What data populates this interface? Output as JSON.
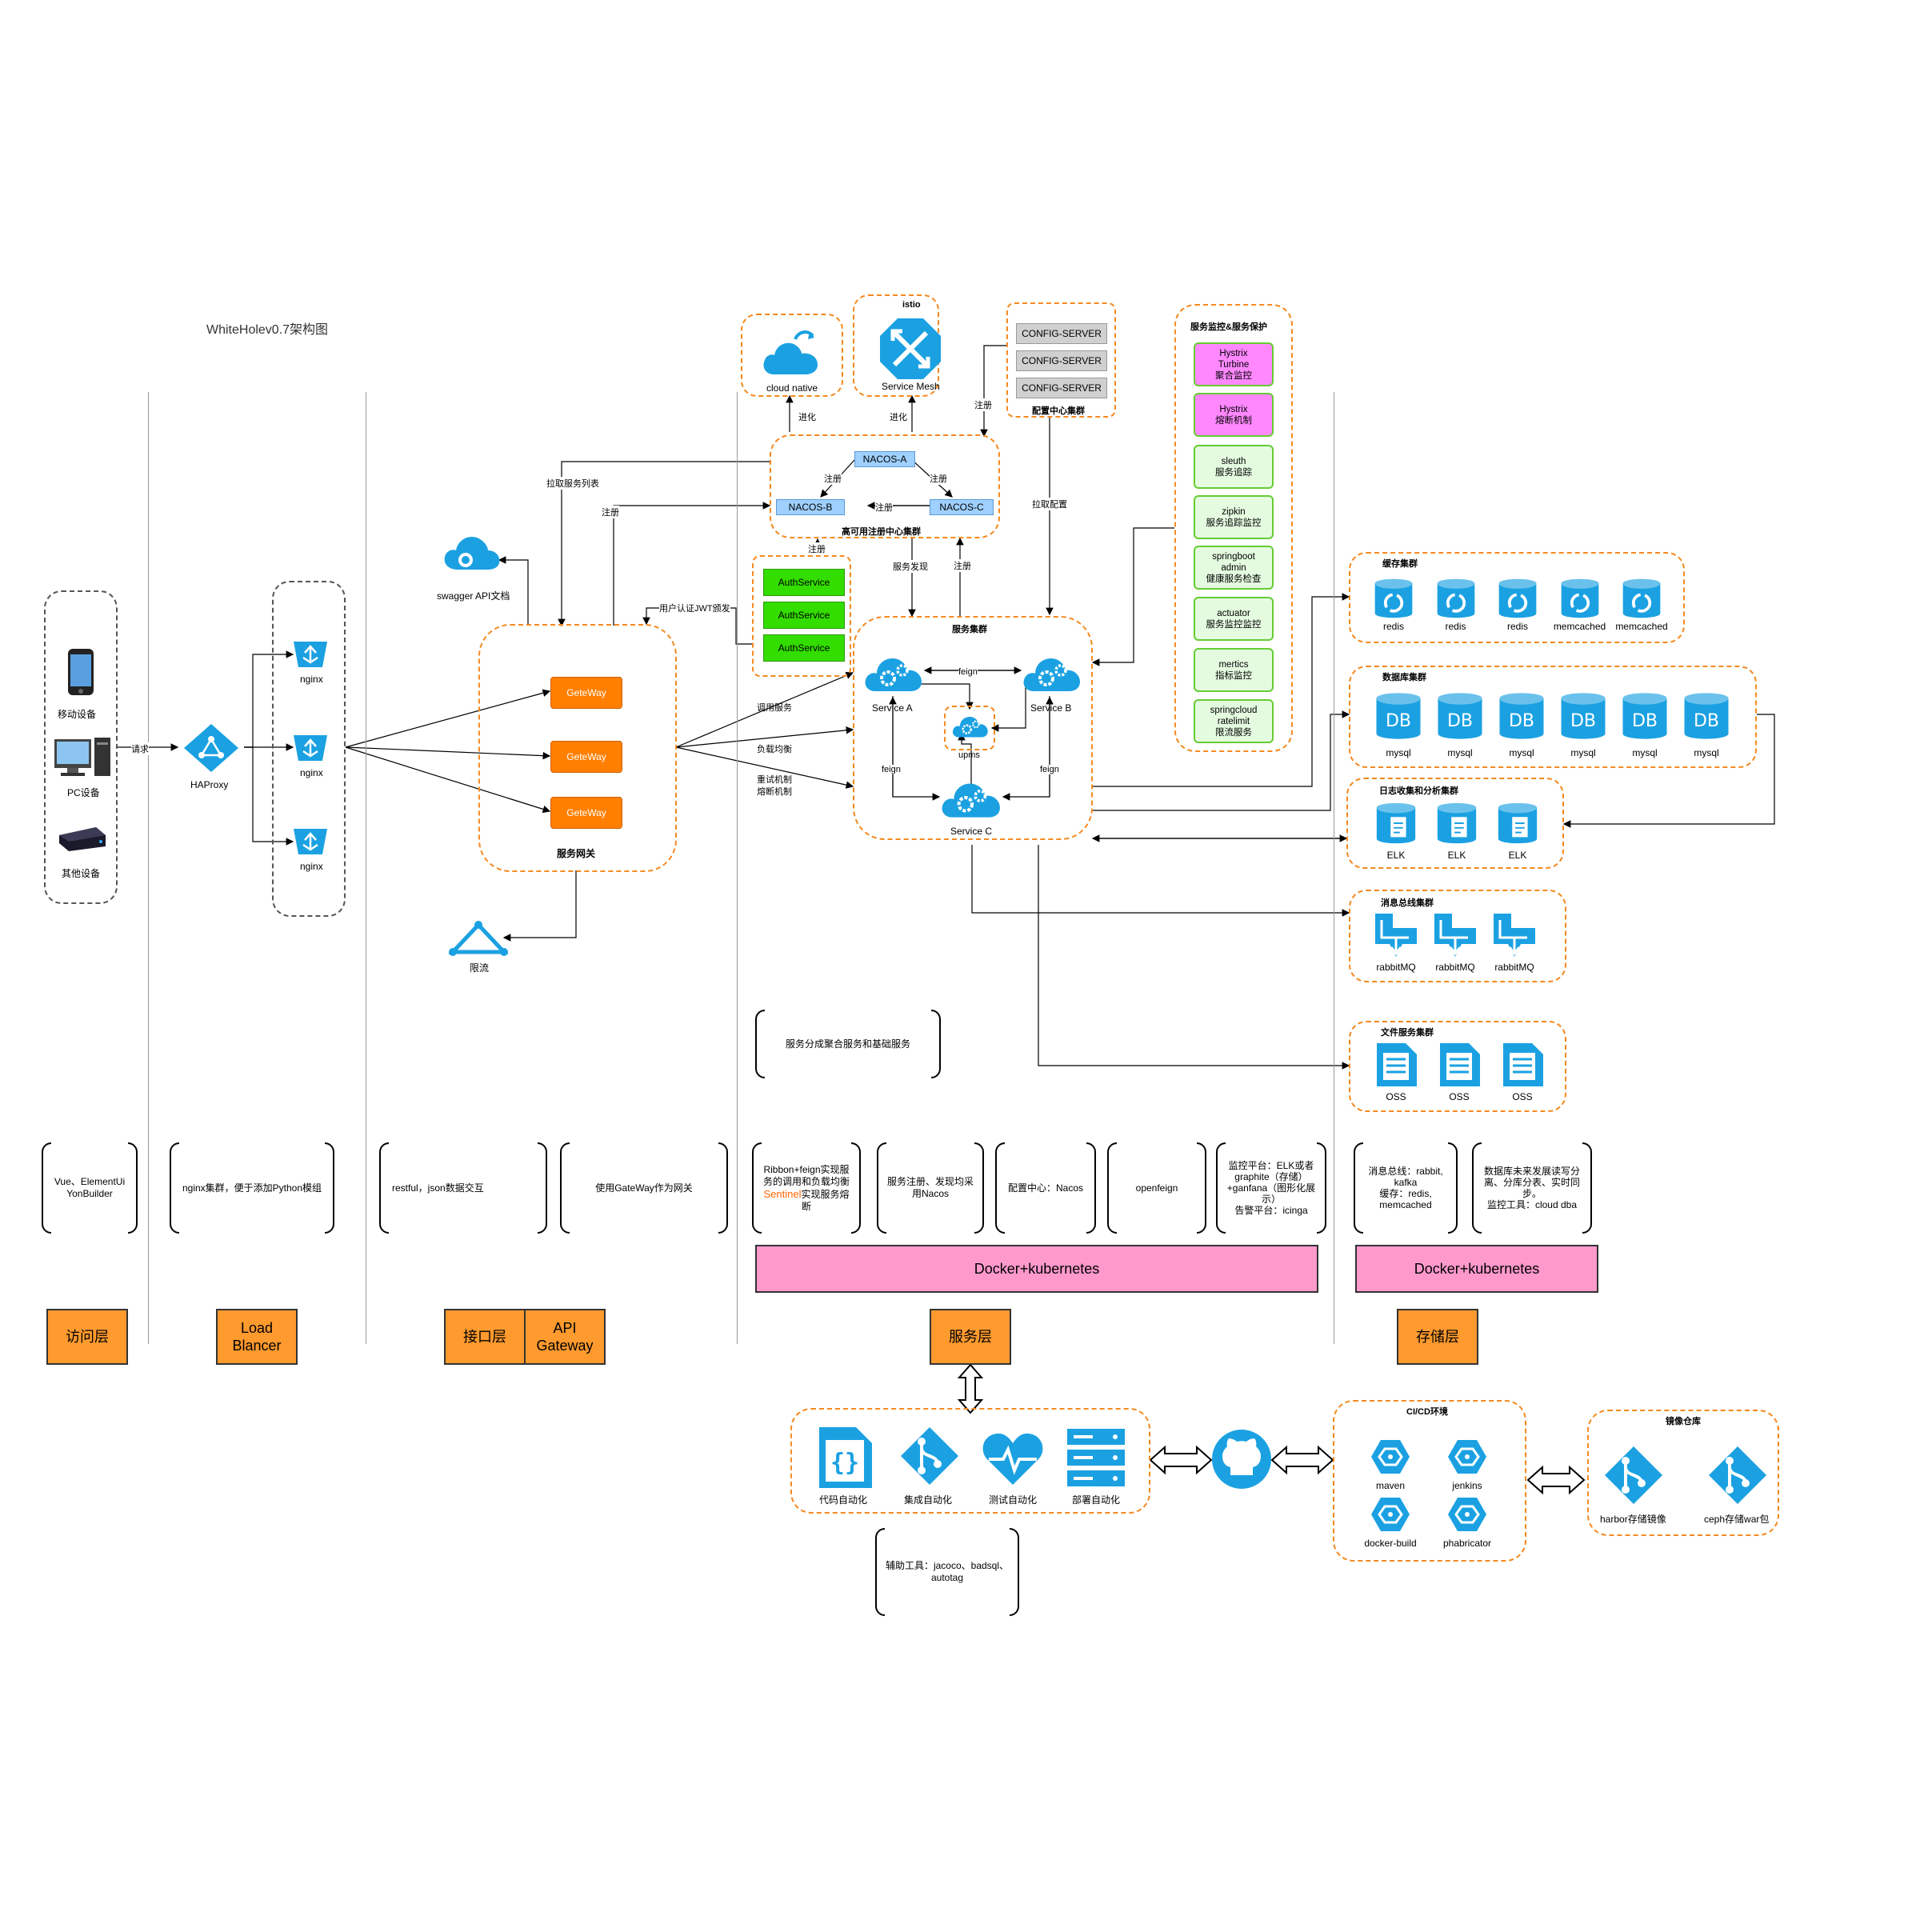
{
  "title": "WhiteHolev0.7架构图",
  "colors": {
    "accent": "#1ba1e2",
    "orange": "#ff7f00",
    "green": "#33dd00",
    "pink": "#ff99cc"
  },
  "access": {
    "devices": [
      "移动设备",
      "PC设备",
      "其他设备"
    ],
    "request_label": "请求",
    "haproxy": "HAProxy",
    "nginx": [
      "nginx",
      "nginx",
      "nginx"
    ]
  },
  "gateway": {
    "swagger": "swagger API文档",
    "nodes": [
      "GeteWay",
      "GeteWay",
      "GeteWay"
    ],
    "cluster": "服务网关",
    "limit": "限流",
    "edges": {
      "pull_list": "拉取服务列表",
      "register": "注册",
      "auth_jwt": "用户认证JWT颁发",
      "call": "调用服务",
      "lb": "负载均衡",
      "retry": "重试机制",
      "fuse": "熔断机制"
    }
  },
  "evolve": {
    "cloud_native": "cloud native",
    "istio": "istio",
    "service_mesh": "Service Mesh",
    "evolve1": "进化",
    "evolve2": "进化"
  },
  "config": {
    "servers": [
      "CONFIG-SERVER",
      "CONFIG-SERVER",
      "CONFIG-SERVER"
    ],
    "cluster": "配置中心集群",
    "register": "注册",
    "pull": "拉取配置"
  },
  "registry": {
    "nacos_a": "NACOS-A",
    "nacos_b": "NACOS-B",
    "nacos_c": "NACOS-C",
    "reg1": "注册",
    "reg2": "注册",
    "reg3": "注册",
    "cluster": "高可用注册中心集群",
    "discover": "服务发现",
    "reg_up": "注册",
    "auth_reg": "注册"
  },
  "auth": [
    "AuthService",
    "AuthService",
    "AuthService"
  ],
  "services": {
    "cluster": "服务集群",
    "a": "Service A",
    "b": "Service B",
    "c": "Service C",
    "upms": "upms",
    "feign_ab": "feign",
    "feign_ac": "feign",
    "feign_bc": "feign",
    "note": "服务分成聚合服务和基础服务"
  },
  "monitor": {
    "title": "服务监控&服务保护",
    "items": [
      {
        "text": "Hystrix\nTurbine\n聚合监控",
        "pink": true
      },
      {
        "text": "Hystrix\n熔断机制",
        "pink": true
      },
      {
        "text": "sleuth\n服务追踪"
      },
      {
        "text": "zipkin\n服务追踪监控"
      },
      {
        "text": "springboot\nadmin\n健康服务检查"
      },
      {
        "text": "actuator\n服务监控监控"
      },
      {
        "text": "mertics\n指标监控"
      },
      {
        "text": "springcloud\nratelimit\n限流服务"
      }
    ]
  },
  "storage": {
    "cache": {
      "title": "缓存集群",
      "items": [
        "redis",
        "redis",
        "redis",
        "memcached",
        "memcached"
      ]
    },
    "db": {
      "title": "数据库集群",
      "items": [
        "mysql",
        "mysql",
        "mysql",
        "mysql",
        "mysql",
        "mysql"
      ],
      "icon_text": "DB"
    },
    "log": {
      "title": "日志收集和分析集群",
      "items": [
        "ELK",
        "ELK",
        "ELK"
      ]
    },
    "mq": {
      "title": "消息总线集群",
      "items": [
        "rabbitMQ",
        "rabbitMQ",
        "rabbitMQ"
      ]
    },
    "file": {
      "title": "文件服务集群",
      "items": [
        "OSS",
        "OSS",
        "OSS"
      ]
    }
  },
  "notes": {
    "vue": "Vue、ElementUi\nYonBuilder",
    "nginx": "nginx集群，便于添加Python模组",
    "restful": "restful，json数据交互",
    "gateway": "使用GateWay作为网关",
    "ribbon_pre": "Ribbon+feign实现服\n务的调用和负载均衡",
    "ribbon_red": "Sentinel",
    "ribbon_post": "实现服务熔\n断",
    "nacos": "服务注册、发现均采\n用Nacos",
    "config": "配置中心：Nacos",
    "openfeign": "openfeign",
    "monitor": "监控平台：ELK或者\ngraphite（存储）\n+ganfana（图形化展\n示）\n告警平台：icinga",
    "mq": "消息总线：rabbit,\nkafka\n缓存：redis,\nmemcached",
    "db": "数据库未来发展读写分\n离、分库分表、实时同\n步。\n监控工具：cloud dba",
    "tools": "辅助工具：jacoco、badsql、\nautotag"
  },
  "k8s": [
    "Docker+kubernetes",
    "Docker+kubernetes"
  ],
  "layers": {
    "access": "访问层",
    "lb": "Load\nBlancer",
    "interface": "接口层",
    "api": "API\nGateway",
    "service": "服务层",
    "storage": "存储层"
  },
  "devops": {
    "items": [
      "代码自动化",
      "集成自动化",
      "测试自动化",
      "部署自动化"
    ]
  },
  "cicd": {
    "title": "CI/CD环境",
    "items": [
      "maven",
      "jenkins",
      "docker-build",
      "phabricator"
    ]
  },
  "registry_img": {
    "title": "镜像仓库",
    "items": [
      "harbor存储镜像",
      "ceph存储war包"
    ]
  }
}
